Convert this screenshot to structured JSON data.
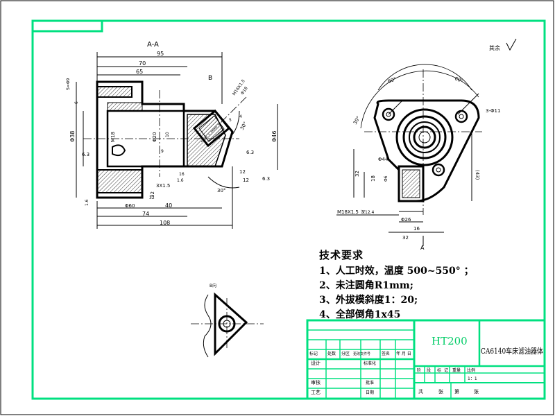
{
  "colors": {
    "frame": "#00e080",
    "ink": "#000000",
    "material": "#00cc66",
    "background": "#ffffff"
  },
  "section_view": {
    "label": "A-A",
    "dims": {
      "d95": "95",
      "d70": "70",
      "d65": "65",
      "d108": "108",
      "d74": "74",
      "d40": "40",
      "d32": "32",
      "d16": "16",
      "d3x15": "3X1.5",
      "d60": "Φ60",
      "d1_6": "1.6",
      "d1_6b": "1.6",
      "phi38": "Φ38",
      "phi20": "Φ20",
      "phi46": "Φ46",
      "m18": "M18",
      "d6_3a": "6.3",
      "d6_3b": "6.3",
      "d6_3c": "6.3",
      "d12": "12",
      "d12b": "12",
      "d30": "30°",
      "d30b": "30°",
      "phi18": "Φ18",
      "m16": "M16X1.5",
      "d9": "9",
      "d4": "4",
      "d5": "5",
      "d10": "10",
      "b": "B",
      "s9": "S=Φ9",
      "d6": "6",
      "d32b": "32"
    }
  },
  "side_view": {
    "dims": {
      "a60a": "60°",
      "a60b": "60°",
      "a30": "30°",
      "thread": "3-Φ11",
      "phi44": "Φ44",
      "d32": "32",
      "d18": "18",
      "d6": "Φ6",
      "d16": "16",
      "d32b": "32",
      "phi26": "Φ26",
      "m18": "M18X1.5",
      "depth": "深12.4",
      "a": "A",
      "h43": "(43)"
    }
  },
  "detail_view": {
    "label": "B向"
  },
  "roughness_note": "其余",
  "technical_requirements": {
    "title": "技术要求",
    "items": [
      "1、人工时效，温度 500~550°  ；",
      "2、未注圆角R1mm;",
      "3、外拔模斜度1：20;",
      "4、全部倒角1x45"
    ]
  },
  "title_block": {
    "material": "HT200",
    "drawing_name": "CA6140车床滤油器体",
    "scale": "1：1",
    "row_headers": [
      "标记",
      "处数",
      "分区",
      "更改文件号",
      "签名",
      "年 月 日"
    ],
    "left_labels": [
      "设计",
      "审核",
      "工艺"
    ],
    "mid_labels": [
      "标准化",
      "批准",
      "日期"
    ],
    "stage_headers": [
      "阶",
      "段",
      "标",
      "记",
      "重量",
      "比例"
    ],
    "sheet_labels": [
      "共",
      "张",
      "第",
      "张"
    ]
  }
}
